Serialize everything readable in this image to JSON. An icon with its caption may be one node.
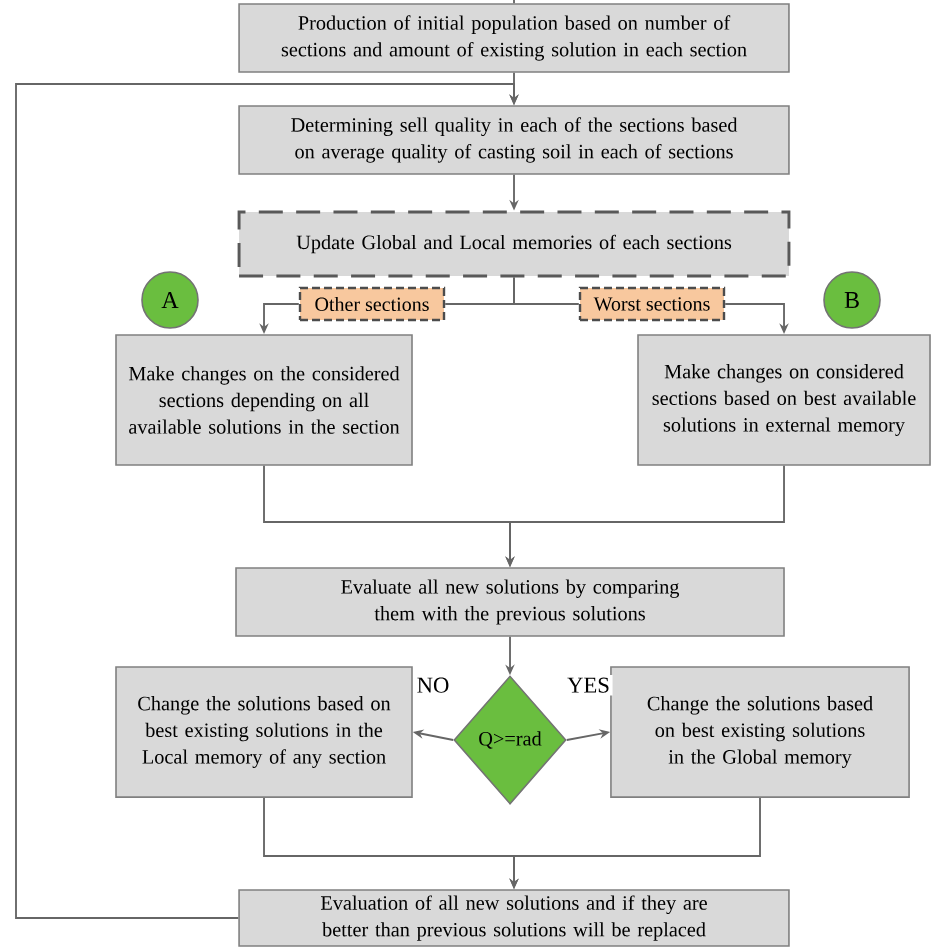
{
  "diagram": {
    "nodes": [
      {
        "text": [
          "Production of initial population based on number of sections and amount of existing solution in each section"
        ]
      },
      {
        "text": [
          "Determining sell quality in each of the sections based on average quality of casting soil in each of sections"
        ]
      },
      {
        "text": [
          "Update Global and Local memories of each sections"
        ]
      },
      {
        "text": [
          "A"
        ]
      },
      {
        "text": [
          "B"
        ]
      },
      {
        "text": [
          "Other sections"
        ]
      },
      {
        "text": [
          "Worst sections"
        ]
      },
      {
        "text": [
          "Make changes on the considered sections depending on all available solutions in the section"
        ]
      },
      {
        "text": [
          "Make changes on considered sections based on best available solutions in external memory"
        ]
      },
      {
        "text": [
          "Evaluate all new solutions by comparing them with the previous solutions"
        ]
      },
      {
        "text": [
          "Change the solutions based on best existing solutions in the Local memory of any section"
        ]
      },
      {
        "text": [
          "Q>=rad"
        ]
      },
      {
        "text": [
          "Change the solutions based on best existing solutions in the Global memory"
        ]
      },
      {
        "text": [
          "Evaluation of all new solutions and if they are better than previous solutions will be replaced"
        ]
      }
    ],
    "edges": [
      {
        "from": null,
        "to": 0,
        "arrow": "none"
      },
      {
        "from": 1,
        "to": 2,
        "arrow": "to"
      },
      {
        "from": 0,
        "to": 1,
        "arrow": "to"
      },
      {
        "from": 13,
        "to": 1,
        "arrow": "to"
      },
      {
        "from": 2,
        "to": 5,
        "arrow": "none"
      },
      {
        "from": 5,
        "to": 7,
        "arrow": "to"
      },
      {
        "from": 2,
        "to": 6,
        "arrow": "none"
      },
      {
        "from": 6,
        "to": 8,
        "arrow": "to"
      },
      {
        "from": 7,
        "to": 9,
        "arrow": "to"
      },
      {
        "from": 8,
        "to": 9,
        "arrow": "to"
      },
      {
        "from": 9,
        "to": 11,
        "arrow": "to"
      },
      {
        "from": 11,
        "to": 10,
        "arrow": "to",
        "label": "NO"
      },
      {
        "from": 11,
        "to": 12,
        "arrow": "to",
        "label": "YES"
      },
      {
        "from": 10,
        "to": 13,
        "arrow": "to"
      },
      {
        "from": 12,
        "to": 13,
        "arrow": "to"
      }
    ]
  }
}
